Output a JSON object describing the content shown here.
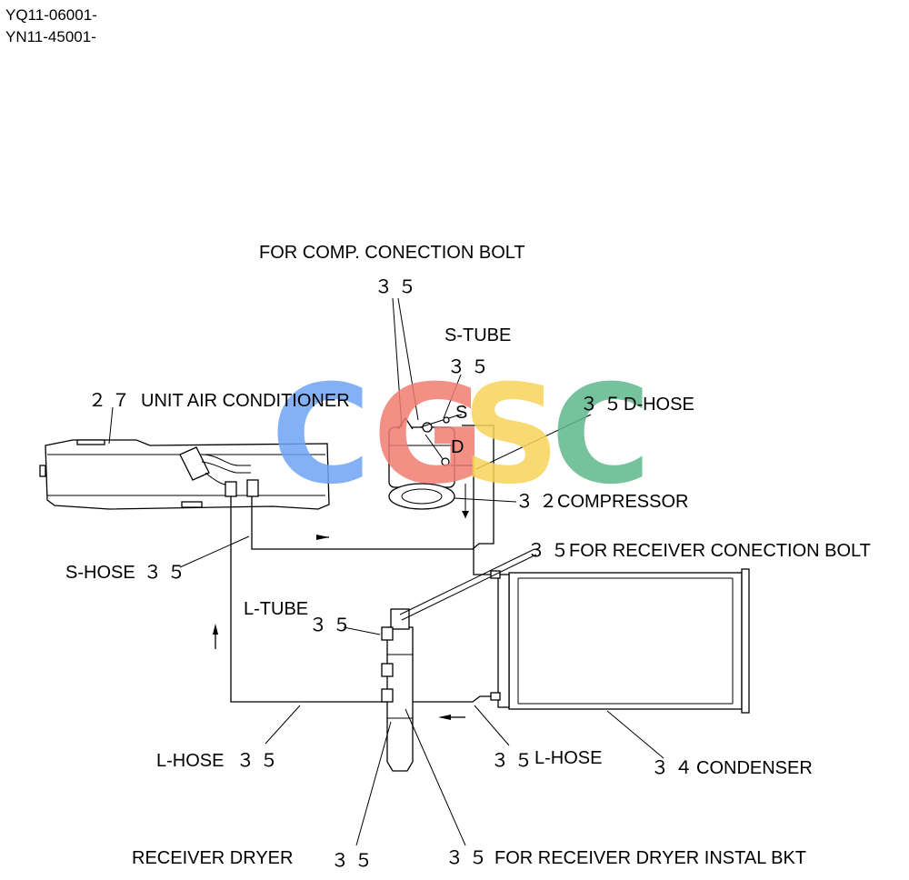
{
  "header": {
    "model_line_1": "YQ11-06001-",
    "model_line_2": "YN11-45001-"
  },
  "watermark": {
    "letters": [
      "C",
      "G",
      "S",
      "C"
    ],
    "colors": [
      "#6fa4f5",
      "#f07d72",
      "#f7d35a",
      "#5fb88c"
    ]
  },
  "labels": {
    "comp_bolt_title": "FOR COMP. CONECTION BOLT",
    "comp_bolt_num": "３５",
    "s_tube": "S-TUBE",
    "s_tube_num": "３５",
    "s_mark": "S",
    "d_mark": "D",
    "unit_num": "２７",
    "unit_air_conditioner": "UNIT AIR CONDITIONER",
    "d_hose_num": "３５",
    "d_hose": "D-HOSE",
    "compressor_num": "３２",
    "compressor": "COMPRESSOR",
    "receiver_bolt_num": "３５",
    "receiver_bolt": "FOR RECEIVER CONECTION BOLT",
    "s_hose": "S-HOSE",
    "s_hose_num": "３５",
    "l_tube": "L-TUBE",
    "l_tube_num": "３５",
    "l_hose_left": "L-HOSE",
    "l_hose_left_num": "３５",
    "l_hose_right_num": "３５",
    "l_hose_right": "L-HOSE",
    "condenser_num": "３４",
    "condenser": "CONDENSER",
    "receiver_dryer": "RECEIVER DRYER",
    "receiver_dryer_num": "３５",
    "dryer_bkt_num": "３５",
    "dryer_bkt": "FOR RECEIVER DRYER INSTAL BKT"
  }
}
